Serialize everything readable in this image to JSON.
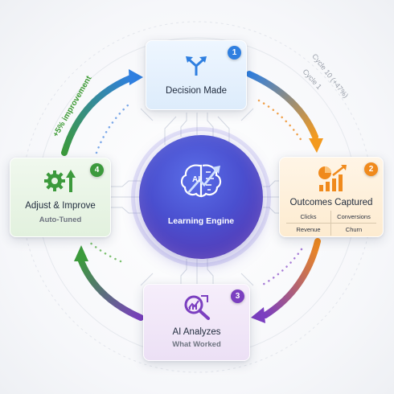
{
  "hub": {
    "label": "Learning Engine",
    "icon": "ai-brain-icon",
    "icon_text": "AI"
  },
  "steps": [
    {
      "number": "1",
      "title": "Decision Made",
      "icon": "fork-arrows-icon",
      "color": "#2f7fe0"
    },
    {
      "number": "2",
      "title": "Outcomes Captured",
      "icon": "chart-growth-icon",
      "color": "#f08a1c",
      "metrics": [
        "Clicks",
        "Conversions",
        "Revenue",
        "Churn"
      ]
    },
    {
      "number": "3",
      "title": "AI Analyzes",
      "subtitle": "What Worked",
      "icon": "analysis-magnifier-icon",
      "color": "#7b3fc0"
    },
    {
      "number": "4",
      "title": "Adjust & Improve",
      "subtitle": "Auto-Tuned",
      "icon": "gear-up-arrow-icon",
      "color": "#3c9a3c"
    }
  ],
  "labels": {
    "improvement": "+5% improvement",
    "cycle_outer": "Cycle 10 (+47%)",
    "cycle_inner": "Cycle 1"
  },
  "colors": {
    "blue": "#2f7fe0",
    "orange": "#f08a1c",
    "purple": "#7b3fc0",
    "green": "#3c9a3c",
    "hub": "#4a4fcf"
  }
}
